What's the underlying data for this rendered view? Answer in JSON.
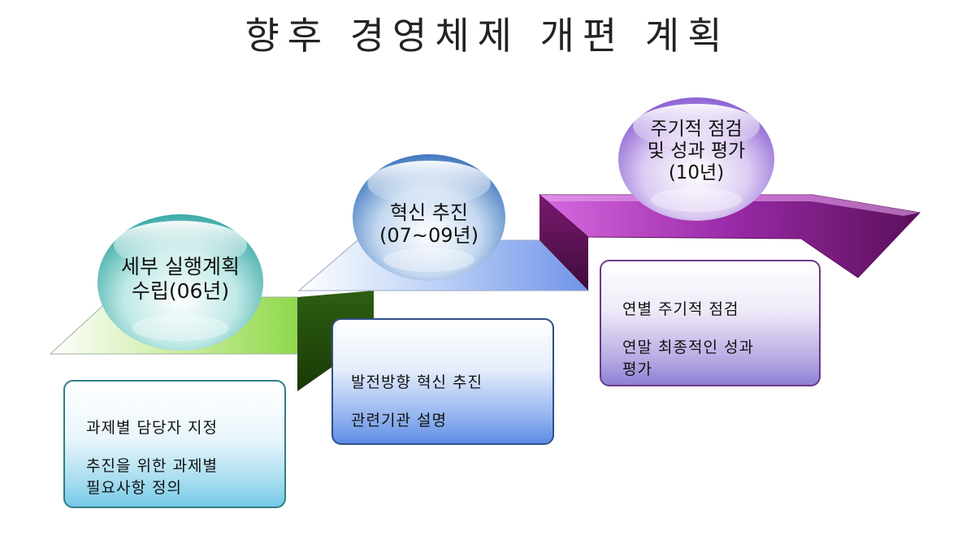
{
  "title": "향후 경영체제 개편 계획",
  "steps": [
    {
      "sphere_lines": [
        "세부 실행계획",
        "수립(06년)"
      ],
      "box_items": [
        "과제별 담당자 지정",
        "추진을 위한 과제별",
        "필요사항 정의"
      ]
    },
    {
      "sphere_lines": [
        "혁신 추진",
        "(07~09년)"
      ],
      "box_items": [
        "발전방향 혁신 추진",
        "관련기관 설명"
      ]
    },
    {
      "sphere_lines": [
        "주기적 점검",
        "및 성과 평가",
        "(10년)"
      ],
      "box_items": [
        "연별 주기적 점검",
        "연말 최종적인 성과",
        "평가"
      ]
    }
  ],
  "colors": {
    "step1_accent": "#7fcf7a",
    "step2_accent": "#6f8fe8",
    "step3_accent": "#8e2aa8",
    "sphere1": "#4fb8b6",
    "sphere2": "#4f86c8",
    "sphere3": "#9a6fd8"
  }
}
